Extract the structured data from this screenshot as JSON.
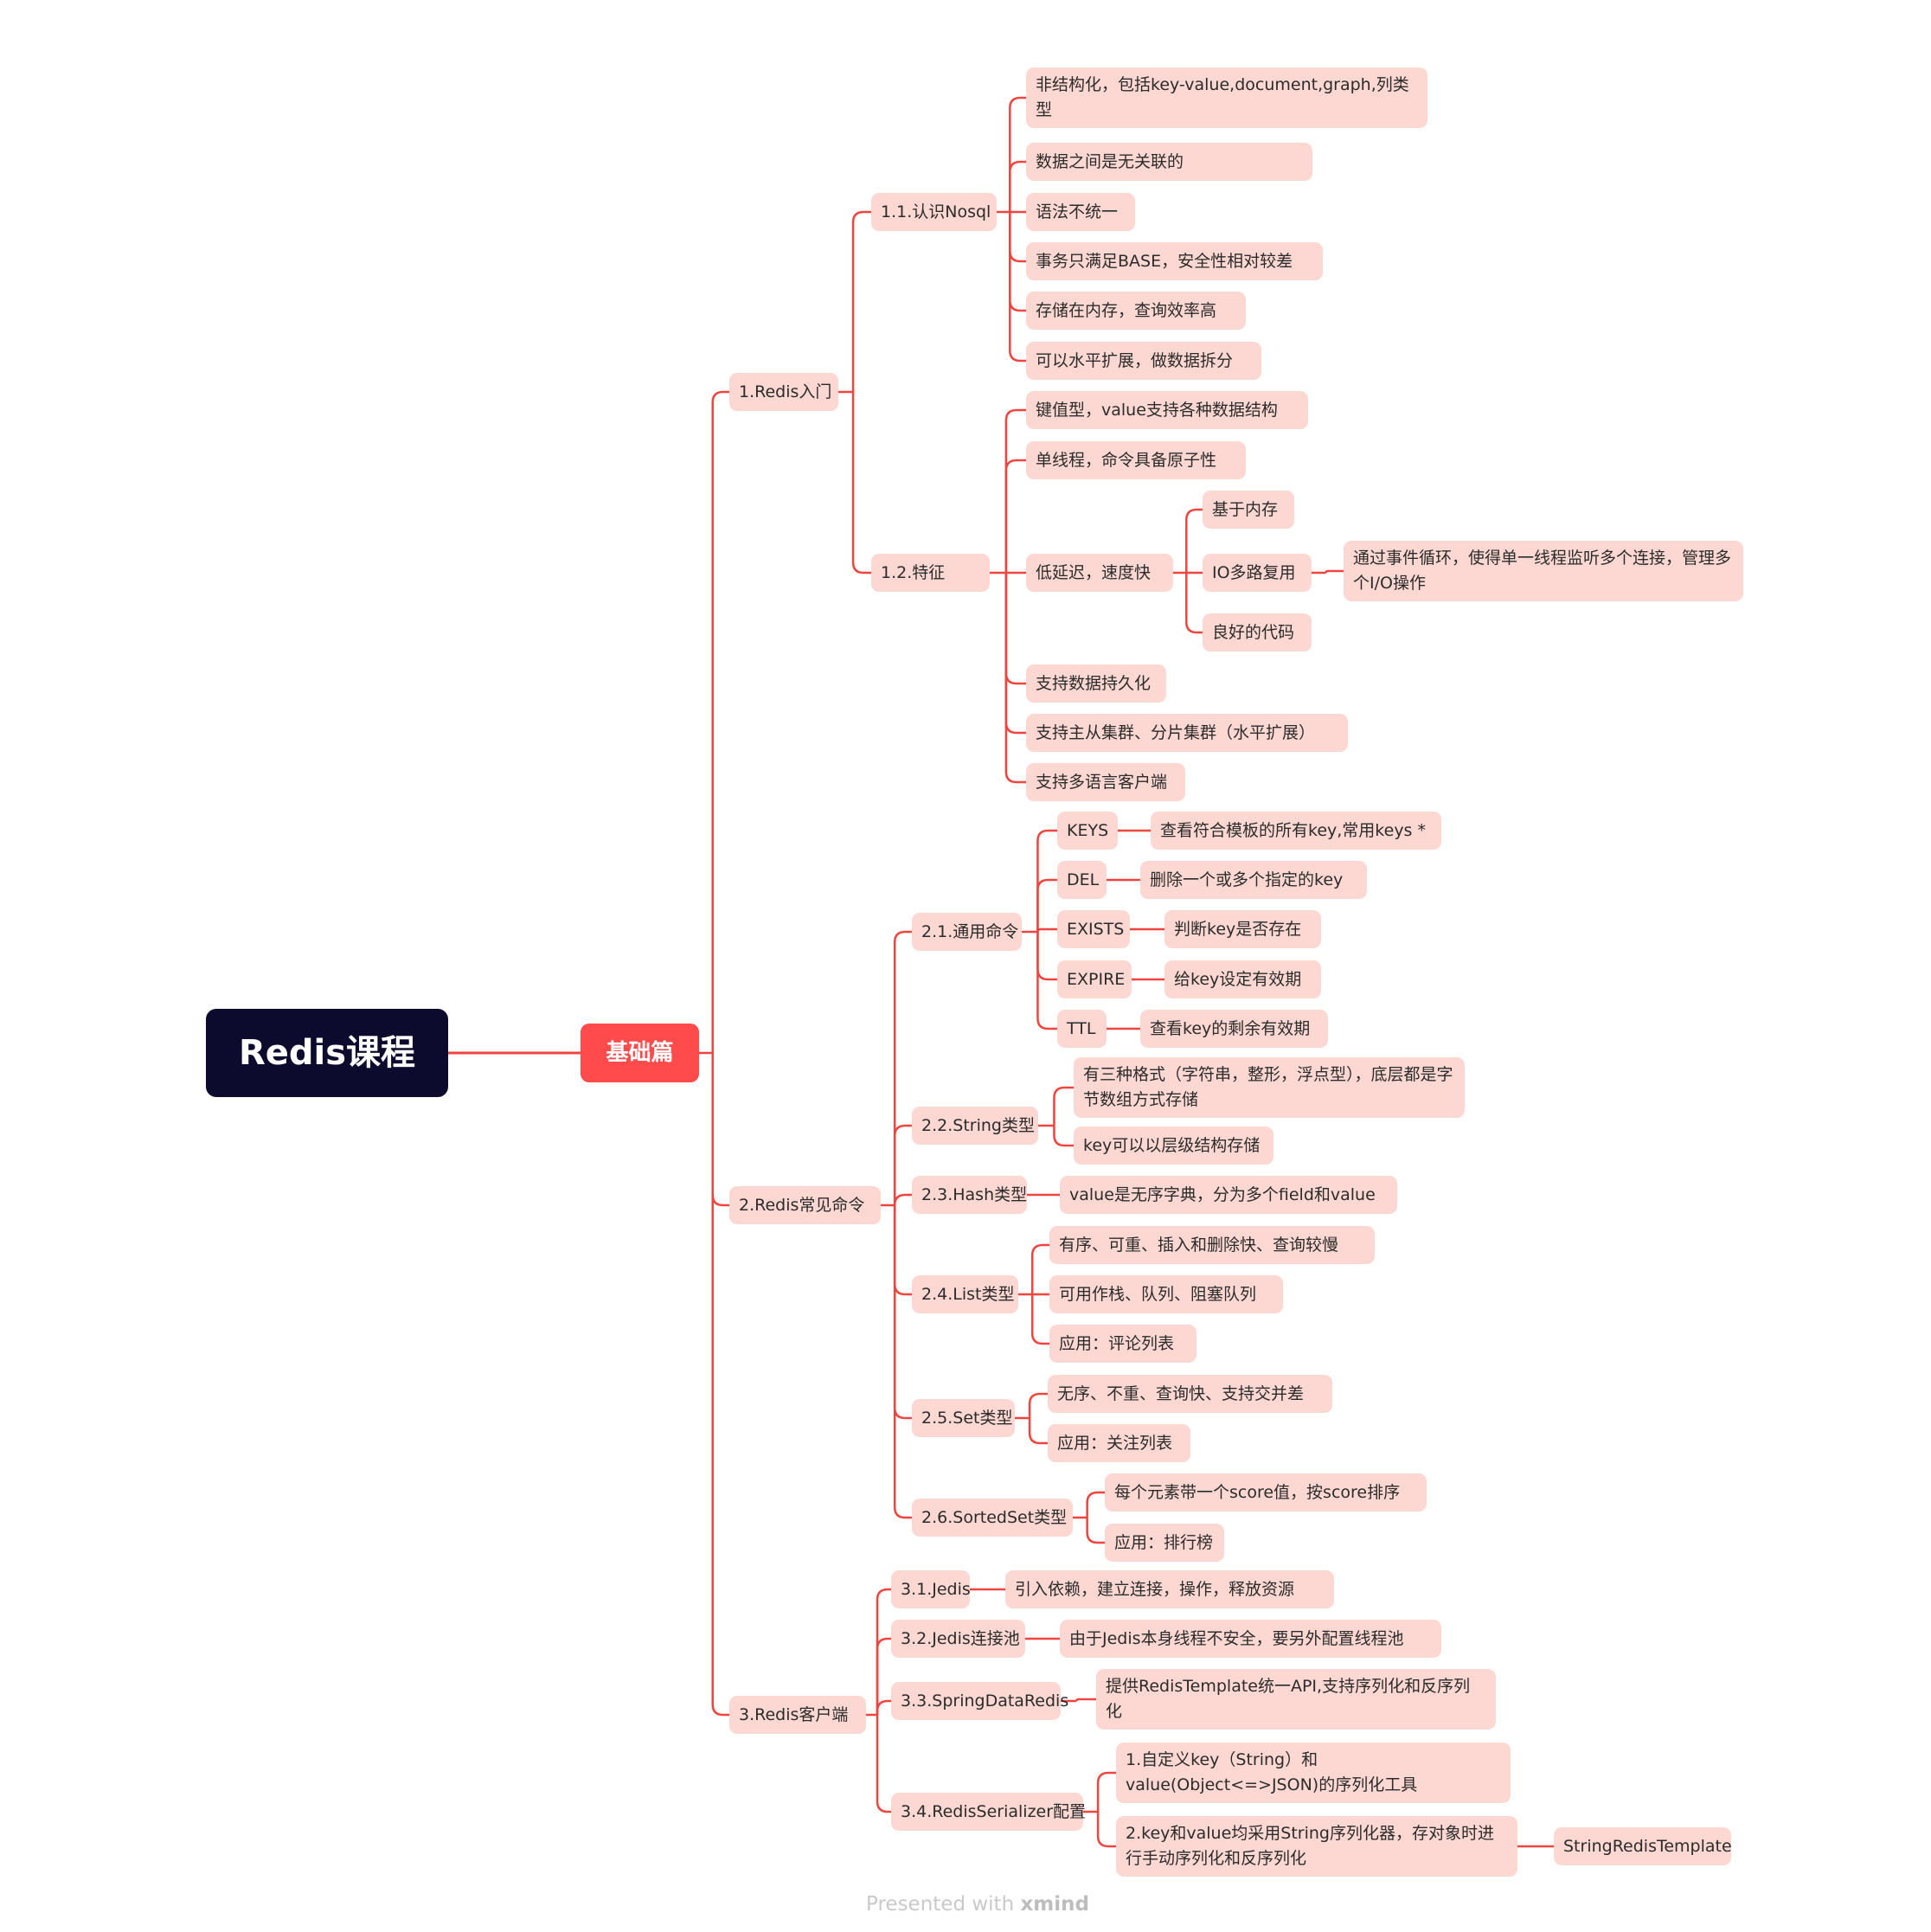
{
  "root": {
    "label": "Redis课程"
  },
  "main": {
    "label": "基础篇"
  },
  "topics": {
    "t1": {
      "label": "1.Redis入门"
    },
    "t2": {
      "label": "2.Redis常见命令"
    },
    "t3": {
      "label": "3.Redis客户端"
    }
  },
  "sub": {
    "s11": {
      "label": "1.1.认识Nosql"
    },
    "s12": {
      "label": "1.2.特征"
    },
    "s21": {
      "label": "2.1.通用命令"
    },
    "s22": {
      "label": "2.2.String类型"
    },
    "s23": {
      "label": "2.3.Hash类型"
    },
    "s24": {
      "label": "2.4.List类型"
    },
    "s25": {
      "label": "2.5.Set类型"
    },
    "s26": {
      "label": "2.6.SortedSet类型"
    },
    "s31": {
      "label": "3.1.Jedis"
    },
    "s32": {
      "label": "3.2.Jedis连接池"
    },
    "s33": {
      "label": "3.3.SpringDataRedis"
    },
    "s34": {
      "label": "3.4.RedisSerializer配置"
    }
  },
  "leaves": {
    "n1": "非结构化，包括key-value,document,graph,列类型",
    "n2": "数据之间是无关联的",
    "n3": "语法不统一",
    "n4": "事务只满足BASE，安全性相对较差",
    "n5": "存储在内存，查询效率高",
    "n6": "可以水平扩展，做数据拆分",
    "f1": "键值型，value支持各种数据结构",
    "f2": "单线程，命令具备原子性",
    "f3": "低延迟，速度快",
    "f3a": "基于内存",
    "f3b": "IO多路复用",
    "f3b1": "通过事件循环，使得单一线程监听多个连接，管理多个I/O操作",
    "f3c": "良好的代码",
    "f4": "支持数据持久化",
    "f5": "支持主从集群、分片集群（水平扩展）",
    "f6": "支持多语言客户端",
    "c1": "KEYS",
    "c1d": "查看符合模板的所有key,常用keys *",
    "c2": "DEL",
    "c2d": "删除一个或多个指定的key",
    "c3": "EXISTS",
    "c3d": "判断key是否存在",
    "c4": "EXPIRE",
    "c4d": "给key设定有效期",
    "c5": "TTL",
    "c5d": "查看key的剩余有效期",
    "st1": "有三种格式（字符串，整形，浮点型），底层都是字节数组方式存储",
    "st2": "key可以以层级结构存储",
    "h1": "value是无序字典，分为多个field和value",
    "l1": "有序、可重、插入和删除快、查询较慢",
    "l2": "可用作栈、队列、阻塞队列",
    "l3": "应用：评论列表",
    "se1": "无序、不重、查询快、支持交并差",
    "se2": "应用：关注列表",
    "z1": "每个元素带一个score值，按score排序",
    "z2": "应用：排行榜",
    "j1": "引入依赖，建立连接，操作，释放资源",
    "j2": "由于Jedis本身线程不安全，要另外配置线程池",
    "j3": "提供RedisTemplate统一API,支持序列化和反序列化",
    "r1": "1.自定义key（String）和value(Object<=>JSON)的序列化工具",
    "r2": "2.key和value均采用String序列化器，存对象时进行手动序列化和反序列化",
    "r2a": "StringRedisTemplate"
  },
  "footer": {
    "prefix": "Presented with",
    "brand": "xmind"
  },
  "colors": {
    "line": "#f0453f",
    "node": "#fdd8d3",
    "root": "#0c0b2e",
    "main": "#ff4b4b"
  }
}
